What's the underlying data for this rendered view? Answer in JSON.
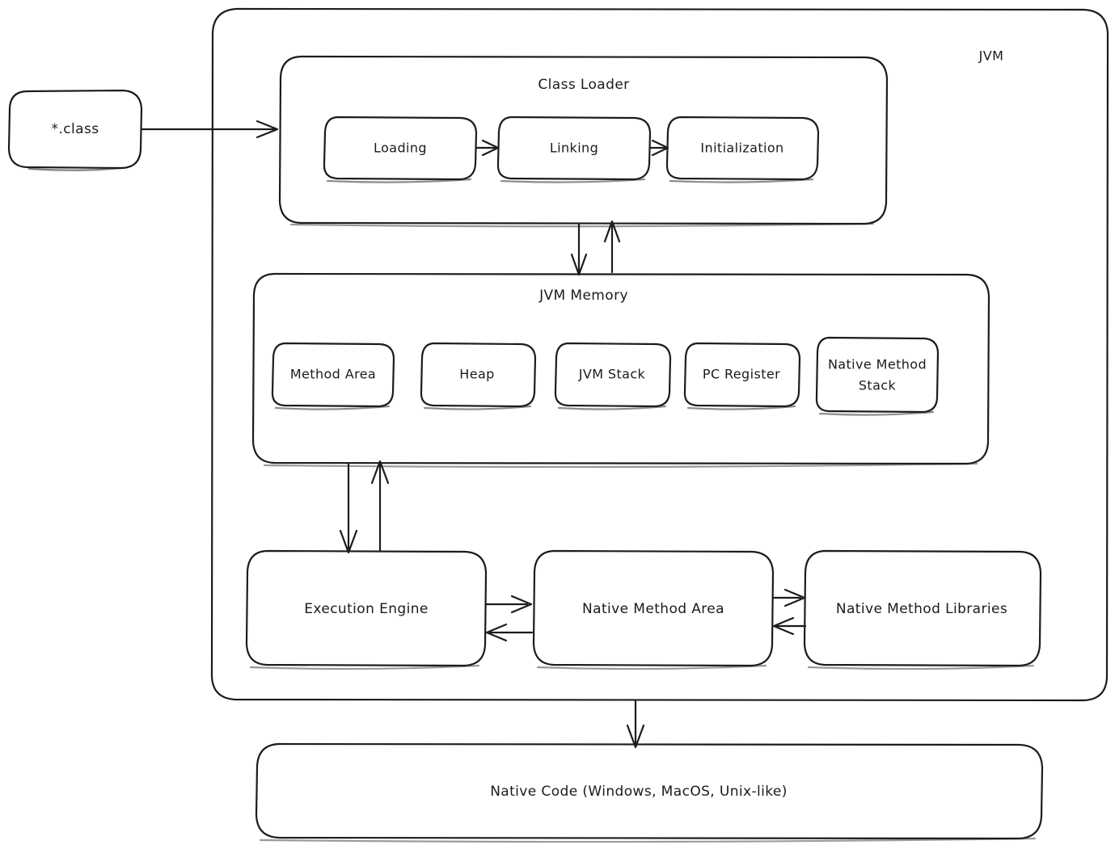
{
  "diagram": {
    "title_tag": "JVM",
    "style": {
      "green_fill": "#a8eeb8",
      "yellow_fill": "#fde9a3",
      "pink_fill": "#fccfd0",
      "stroke": "#1c1c1c",
      "background": "#ffffff"
    },
    "input_node": {
      "label": "*.class"
    },
    "class_loader": {
      "label": "Class Loader",
      "phases": [
        {
          "label": "Loading"
        },
        {
          "label": "Linking"
        },
        {
          "label": "Initialization"
        }
      ]
    },
    "jvm_memory": {
      "label": "JVM Memory",
      "regions": [
        {
          "label": "Method Area",
          "lines": [
            "Method Area"
          ]
        },
        {
          "label": "Heap",
          "lines": [
            "Heap"
          ]
        },
        {
          "label": "JVM Stack",
          "lines": [
            "JVM Stack"
          ]
        },
        {
          "label": "PC Register",
          "lines": [
            "PC Register"
          ]
        },
        {
          "label": "Native Method Stack",
          "lines": [
            "Native Method",
            "Stack"
          ]
        }
      ]
    },
    "execution_row": [
      {
        "label": "Execution Engine"
      },
      {
        "label": "Native Method Area"
      },
      {
        "label": "Native Method Libraries"
      }
    ],
    "native_code": {
      "label": "Native Code (Windows, MacOS, Unix-like)"
    }
  }
}
